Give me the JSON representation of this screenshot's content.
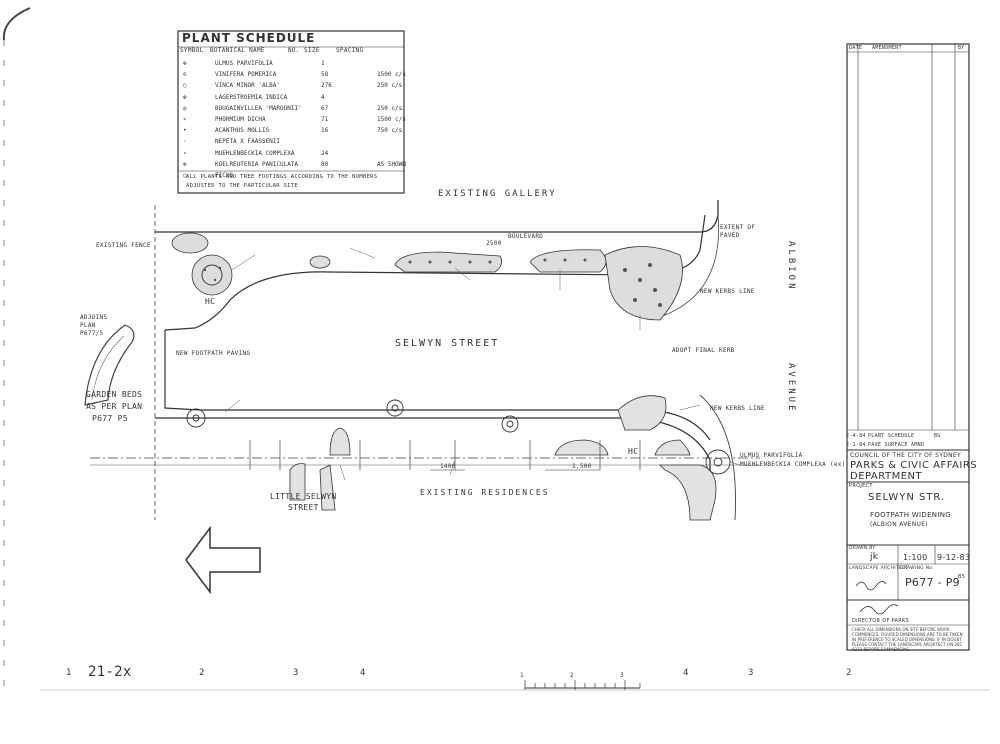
{
  "schedule": {
    "title": "PLANT SCHEDULE",
    "headers": [
      "SYMBOL",
      "BOTANICAL NAME",
      "NO.",
      "SIZE",
      "SPACING"
    ],
    "rows": [
      {
        "name": "ULMUS PARVIFOLIA",
        "no": "1",
        "spacing": ""
      },
      {
        "name": "VINIFERA POMERICA",
        "no": "58",
        "spacing": "1500 c/s"
      },
      {
        "name": "VINCA MINOR 'ALBA'",
        "no": "276",
        "spacing": "250 c/s"
      },
      {
        "name": "LAGERSTROEMIA INDICA",
        "no": "4",
        "spacing": ""
      },
      {
        "name": "BOUGAINVILLEA 'MAROONII'",
        "no": "67",
        "spacing": "250 c/s"
      },
      {
        "name": "PHORMIUM DICHA",
        "no": "71",
        "spacing": "1500 c/s"
      },
      {
        "name": "ACANTHUS MOLLIS",
        "no": "16",
        "spacing": "750 c/s"
      },
      {
        "name": "NEPETA X FAASSENII",
        "no": "",
        "spacing": ""
      },
      {
        "name": "MUEHLENBECKIA COMPLEXA",
        "no": "24",
        "spacing": ""
      },
      {
        "name": "KOELREUTERIA PANICULATA",
        "no": "80",
        "spacing": "AS SHOWN"
      },
      {
        "name": "FICUS",
        "no": "",
        "spacing": ""
      }
    ],
    "footnote1": "ALL PLANTS AND TREE FOOTINGS ACCORDING TO THE NUMBERS",
    "footnote2": "ADJUSTED TO THE PARTICULAR SITE"
  },
  "labels": {
    "existing_gallery": "EXISTING    GALLERY",
    "selwyn_street": "SELWYN    STREET",
    "albion": "ALBION",
    "avenue": "AVENUE",
    "existing_residences": "EXISTING     RESIDENCES",
    "little_selwyn": "LITTLE SELWYN",
    "little_selwyn_street": "STREET",
    "garden_beds_1": "GARDEN  BEDS",
    "garden_beds_2": "AS PER  PLAN",
    "garden_beds_3": "P677  P5",
    "adjoins": "ADJOINS",
    "adjoins_plan": "PLAN",
    "adjoins_ref": "P677/5",
    "hc1": "HC",
    "hc2": "HC",
    "ulmus": "ULMUS PARVIFOLIA",
    "muehlen": "MUEHLENBECKIA  COMPLEXA (ex)",
    "new_kerbs": "NEW KERBS LINE",
    "new_kerbs2": "NEW KERBS LINE",
    "boulevard": "BOULEVARD",
    "dim_2500": "2500",
    "dim_1400": "1400",
    "dim_1500": "1,500",
    "fence_note": "EXISTING FENCE",
    "footpath_note1": "EXTENT OF",
    "footpath_note2": "PAVED",
    "hatched": "NEW FOOTPATH PAVING",
    "rail_note": "ADOPT FINAL KERB"
  },
  "titleblock": {
    "amend_col1": "DATE",
    "amend_col2": "AMENDMENT",
    "amend_col3": "BY",
    "amend_row_date": "2-4-84",
    "amend_row_text": "PLANT SCHEDULE",
    "amend_row_by": "BG",
    "amend_row2_date": "2-1-84",
    "amend_row2_text": "PAVE SURFACE AMND",
    "council": "COUNCIL OF THE CITY OF SYDNEY",
    "dept1": "PARKS & CIVIC AFFAIRS",
    "dept2": "DEPARTMENT",
    "project_label": "PROJECT",
    "project": "SELWYN  STR.",
    "sub1": "FOOTPATH  WIDENING",
    "sub2": "(ALBION AVENUE)",
    "drawn_label": "DRAWN BY",
    "drawn": "jk",
    "scale": "1:100",
    "date": "9-12-83",
    "arch_label": "LANDSCAPE ARCHITECT",
    "drawing_label": "DRAWING No",
    "drawing_no": "P677 - P9",
    "drawing_rev": "B5",
    "director": "DIRECTOR OF PARKS",
    "note": "CHECK ALL DIMENSIONS ON SITE BEFORE WORK COMMENCES. FIGURED DIMENSIONS ARE TO BE TAKEN IN PREFERENCE TO SCALED DIMENSIONS. IF IN DOUBT PLEASE CONTACT THE LANDSCAPE ARCHITECT ON 265 9333 BEFORE COMMENCING."
  },
  "scale_bar": {
    "marks": [
      "1",
      "21-2x",
      "2",
      "3",
      "4",
      "1",
      "2",
      "3",
      "4",
      "3",
      "2"
    ]
  }
}
